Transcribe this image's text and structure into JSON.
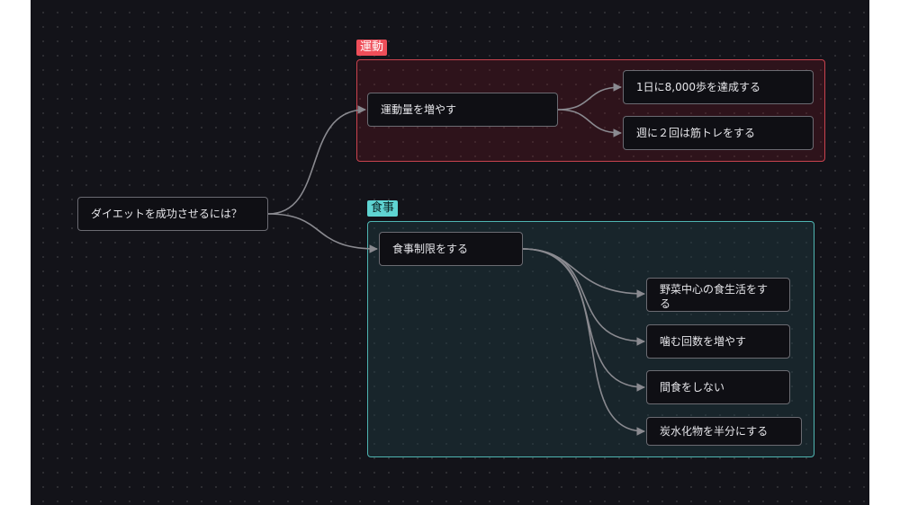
{
  "diagram": {
    "root": {
      "label": "ダイエットを成功させるには？"
    },
    "groups": [
      {
        "label": "運動",
        "accent": "#ee4e59",
        "parent": {
          "label": "運動量を増やす"
        },
        "children": [
          {
            "label": "1日に8,000歩を達成する"
          },
          {
            "label": "週に２回は筋トレをする"
          }
        ]
      },
      {
        "label": "食事",
        "accent": "#5fd4d2",
        "parent": {
          "label": "食事制限をする"
        },
        "children": [
          {
            "label": "野菜中心の食生活をする"
          },
          {
            "label": "噛む回数を増やす"
          },
          {
            "label": "間食をしない"
          },
          {
            "label": "炭水化物を半分にする"
          }
        ]
      }
    ]
  }
}
